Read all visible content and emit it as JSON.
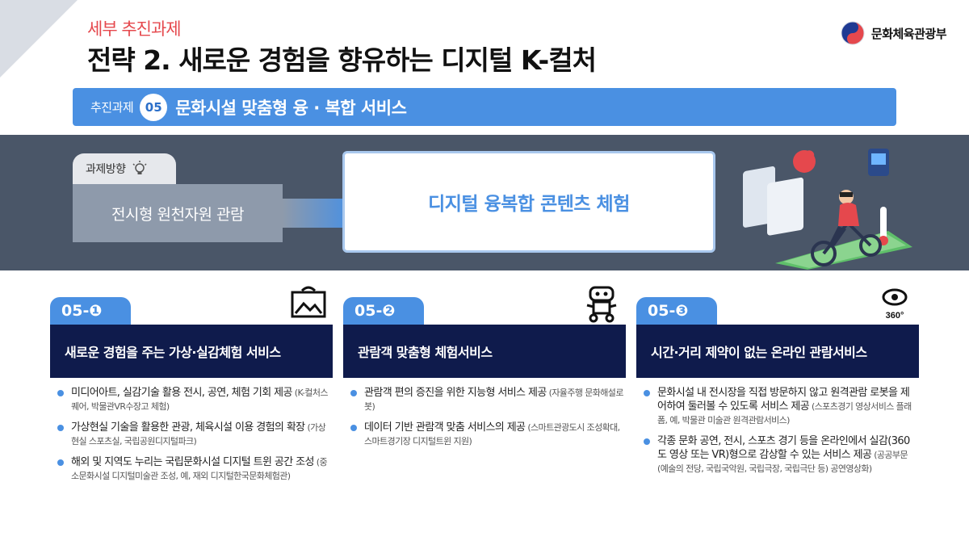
{
  "header": {
    "supertitle": "세부 추진과제",
    "title": "전략 2. 새로운 경험을 향유하는 디지털 K-컬처",
    "logo_text": "문화체육관광부"
  },
  "task": {
    "label": "추진과제",
    "number": "05",
    "title": "문화시설 맞춤형 융 · 복합 서비스"
  },
  "direction": {
    "tab_label": "과제방향",
    "from": "전시형 원천자원 관람",
    "to": "디지털 융복합 콘텐츠 체험"
  },
  "cards": [
    {
      "tab": "05-❶",
      "icon": "image-frame-icon",
      "title": "새로운 경험을 주는 가상·실감체험 서비스",
      "items": [
        {
          "text": "미디어아트, 실감기술 활용 전시, 공연, 체험 기회 제공",
          "note": " (K-컬처스퀘어, 박물관VR수장고 체험)"
        },
        {
          "text": "가상현실 기술을 활용한 관광, 체육시설 이용 경험의 확장",
          "note": " (가상현실 스포츠실, 국립공원디지털파크)"
        },
        {
          "text": "해외 및 지역도 누리는 국립문화시설 디지털 트윈 공간 조성",
          "note": " (중소문화시설 디지털미술관 조성, 예, 재외 디지털한국문화체험관)"
        }
      ]
    },
    {
      "tab": "05-❷",
      "icon": "robot-icon",
      "title": "관람객 맞춤형 체험서비스",
      "items": [
        {
          "text": "관람객 편의 증진을 위한 지능형 서비스 제공",
          "note": " (자율주행 문화해설로봇)"
        },
        {
          "text": "데이터 기반 관람객 맞춤 서비스의 제공",
          "note": " (스마트관광도시 조성확대, 스마트경기장 디지털트윈 지원)"
        }
      ]
    },
    {
      "tab": "05-❸",
      "icon": "360-view-icon",
      "icon_label": "360°",
      "title": "시간·거리 제약이 없는 온라인 관람서비스",
      "items": [
        {
          "text": "문화시설 내 전시장을 직접 방문하지 않고 원격관람 로봇을 제어하여 둘러볼 수 있도록 서비스 제공",
          "note": " (스포츠경기 영상서비스 플래폼, 예, 박물관 미술관 원격관람서비스)"
        },
        {
          "text": "각종 문화 공연, 전시, 스포츠 경기 등을 온라인에서 실감(360도 영상 또는 VR)형으로 감상할 수 있는 서비스 제공",
          "note": " (공공부문(예술의 전당, 국립국악원, 국립극장, 국립극단 등) 공연영상화)"
        }
      ]
    }
  ],
  "colors": {
    "accent_red": "#e5484d",
    "primary_blue": "#4a90e2",
    "navy": "#0f1b4c",
    "band_gray": "#4a5668"
  }
}
